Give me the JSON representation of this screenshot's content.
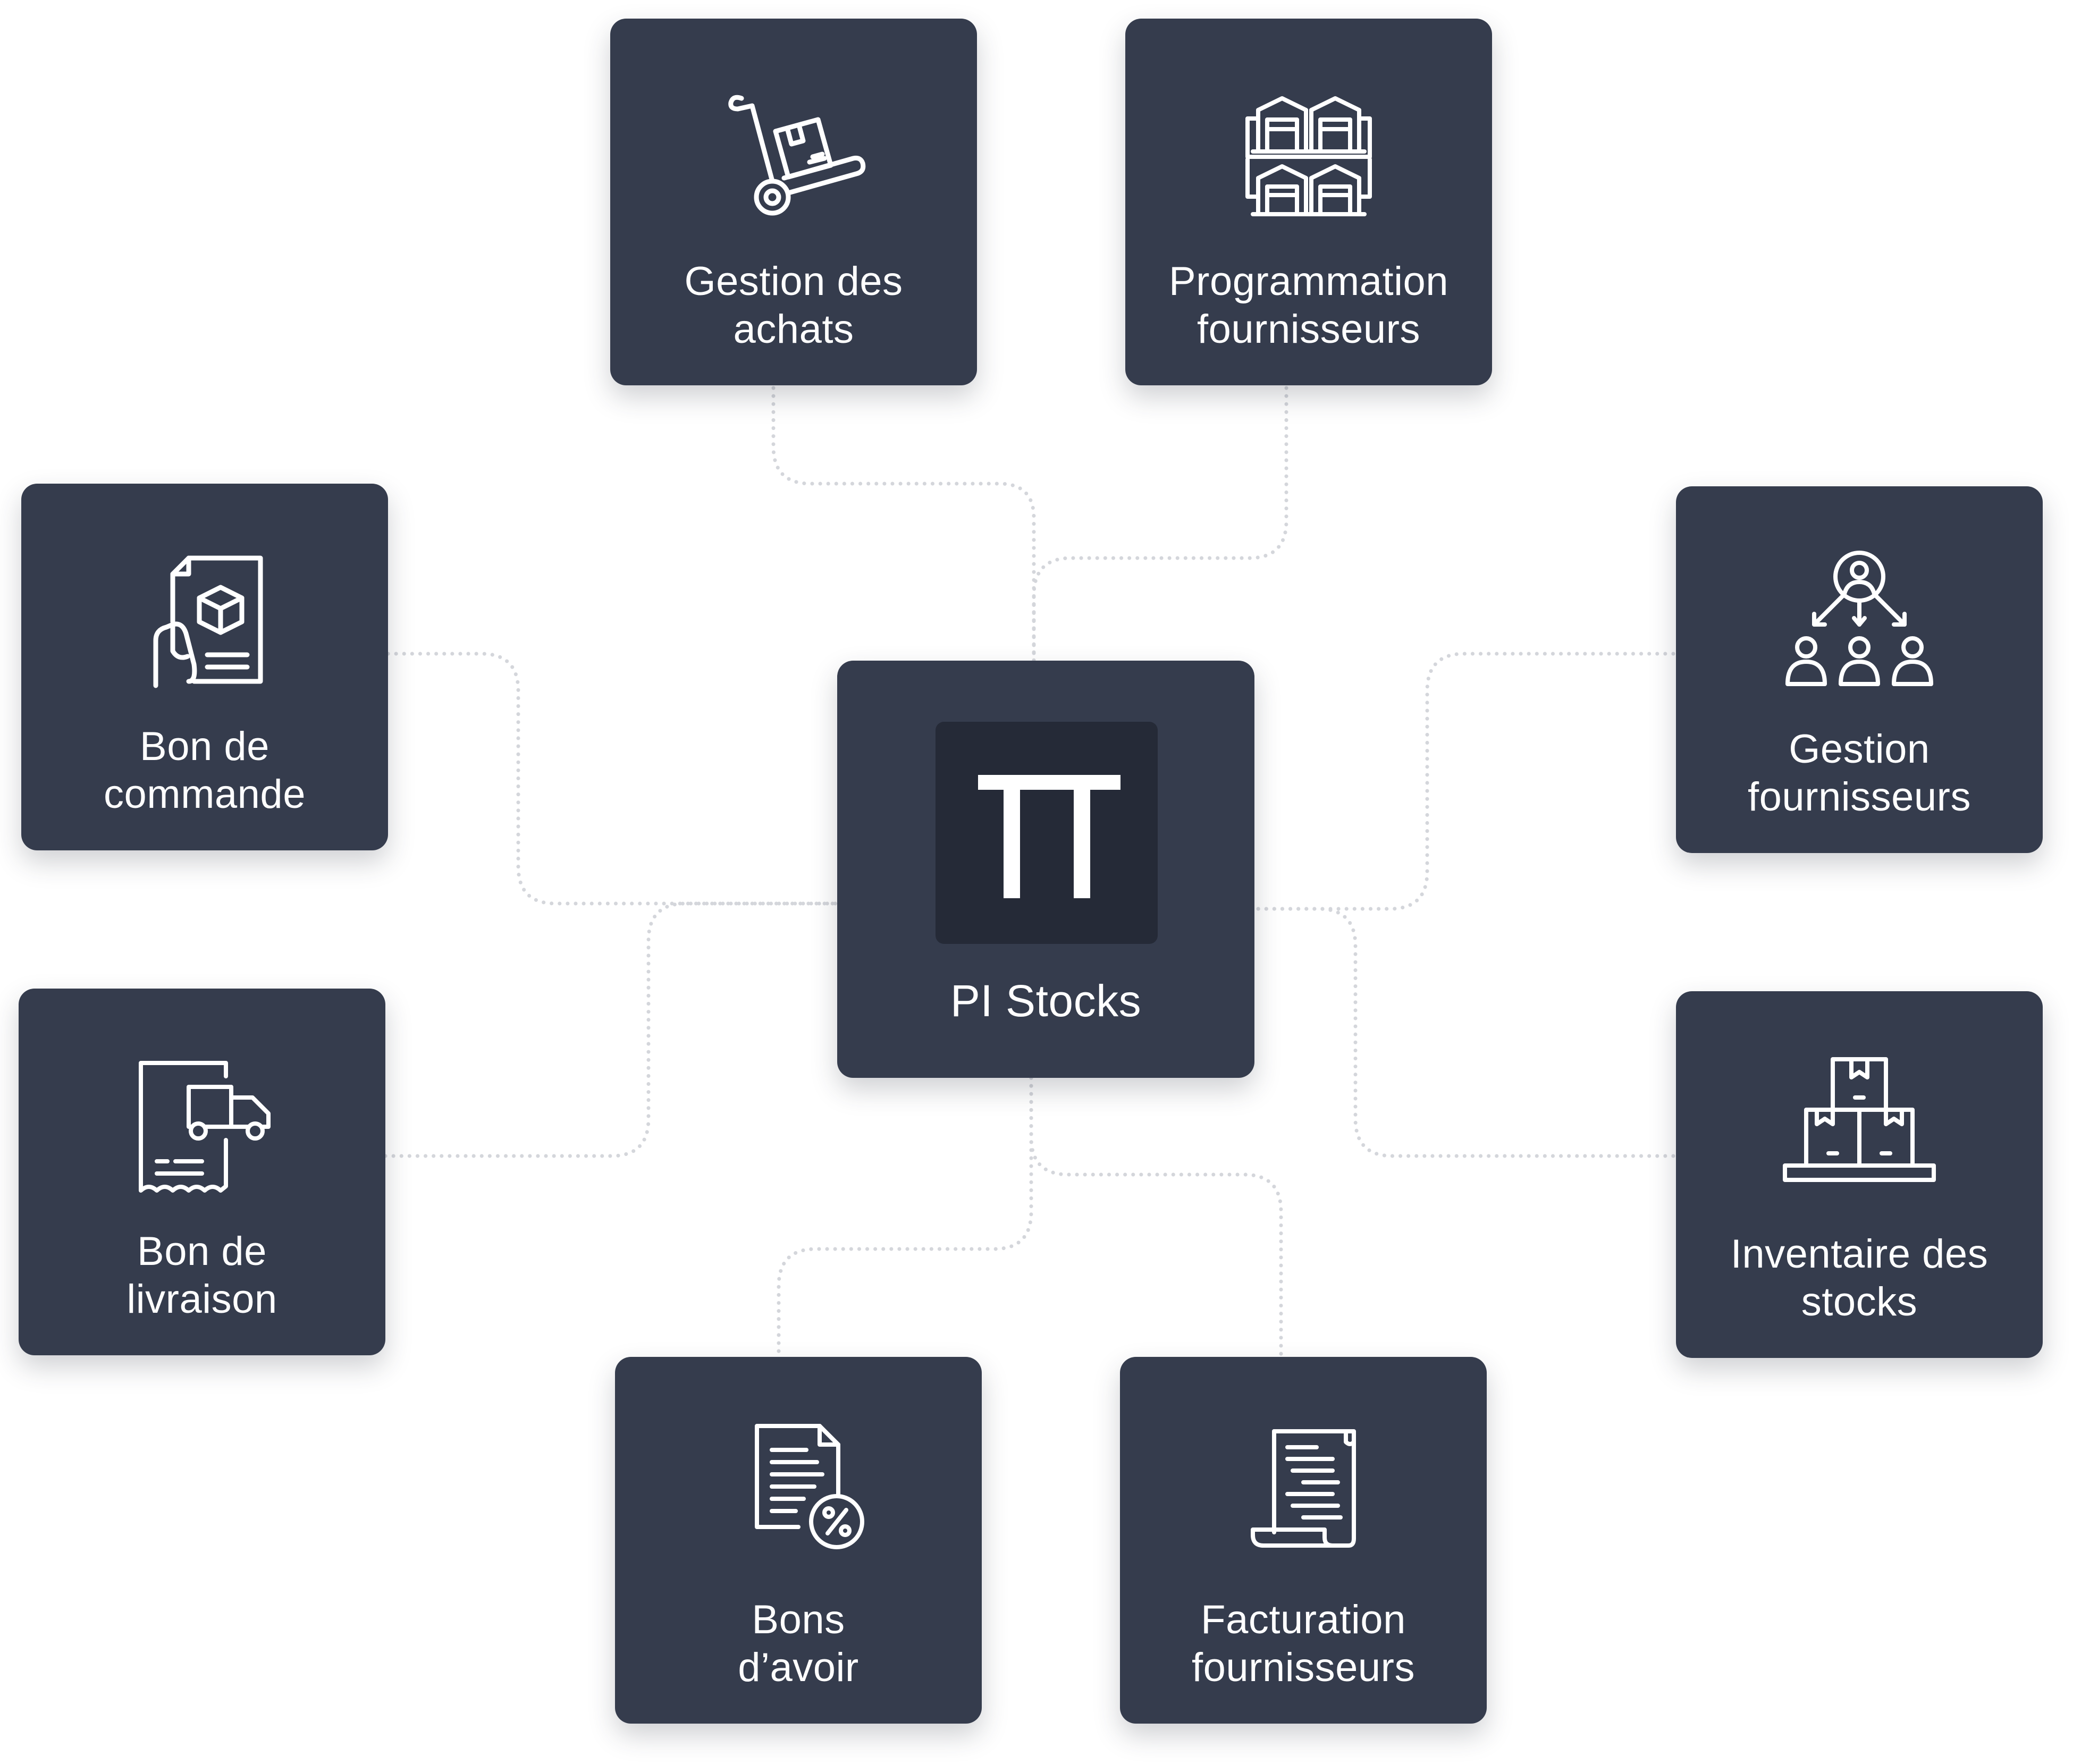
{
  "hub": {
    "title": "PI Stocks",
    "logo_icon": "pi-logo-icon"
  },
  "modules": [
    {
      "id": "gestion-achats",
      "lines": [
        "Gestion des",
        "achats"
      ],
      "icon": "hand-truck-icon"
    },
    {
      "id": "programmation-fournisseurs",
      "lines": [
        "Programmation",
        "fournisseurs"
      ],
      "icon": "warehouses-icon"
    },
    {
      "id": "bon-commande",
      "lines": [
        "Bon de",
        "commande"
      ],
      "icon": "hand-document-box-icon"
    },
    {
      "id": "gestion-fournisseurs",
      "lines": [
        "Gestion",
        "fournisseurs"
      ],
      "icon": "user-hierarchy-icon"
    },
    {
      "id": "bon-livraison",
      "lines": [
        "Bon de",
        "livraison"
      ],
      "icon": "delivery-receipt-icon"
    },
    {
      "id": "inventaire-stocks",
      "lines": [
        "Inventaire des",
        "stocks"
      ],
      "icon": "stacked-boxes-icon"
    },
    {
      "id": "bons-avoir",
      "lines": [
        "Bons",
        "d’avoir"
      ],
      "icon": "document-percent-icon"
    },
    {
      "id": "facturation-fournisseurs",
      "lines": [
        "Facturation",
        "fournisseurs"
      ],
      "icon": "invoice-scroll-icon"
    }
  ],
  "colors": {
    "card": "#353c4d",
    "logo_background": "#252a37",
    "text": "#ffffff",
    "connector": "#d4d6db"
  }
}
